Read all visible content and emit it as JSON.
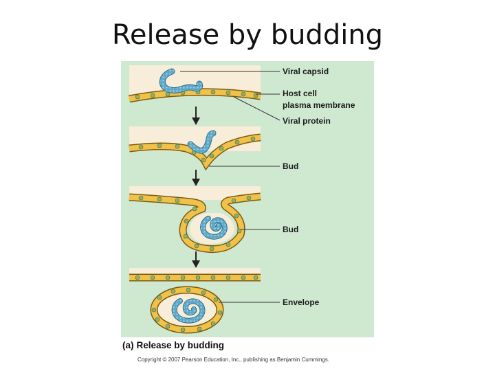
{
  "slide": {
    "title": "Release by budding"
  },
  "labels": {
    "viral_capsid": "Viral capsid",
    "host_cell_line1": "Host cell",
    "host_cell_line2": "plasma membrane",
    "viral_protein": "Viral protein",
    "bud_1": "Bud",
    "bud_2": "Bud",
    "envelope": "Envelope"
  },
  "caption": {
    "letter": "(a)",
    "text": "Release by budding"
  },
  "copyright": "Copyright © 2007 Pearson Education, Inc., publishing as Benjamin Cummings.",
  "colors": {
    "panel_background": "#cfe8d0",
    "cytoplasm": "#f8edd8",
    "membrane_fill": "#f1c24a",
    "membrane_edge": "#7a5a10",
    "viral_protein": "#8fb06a",
    "capsid": "#5ea8c8",
    "arrow": "#222222"
  }
}
